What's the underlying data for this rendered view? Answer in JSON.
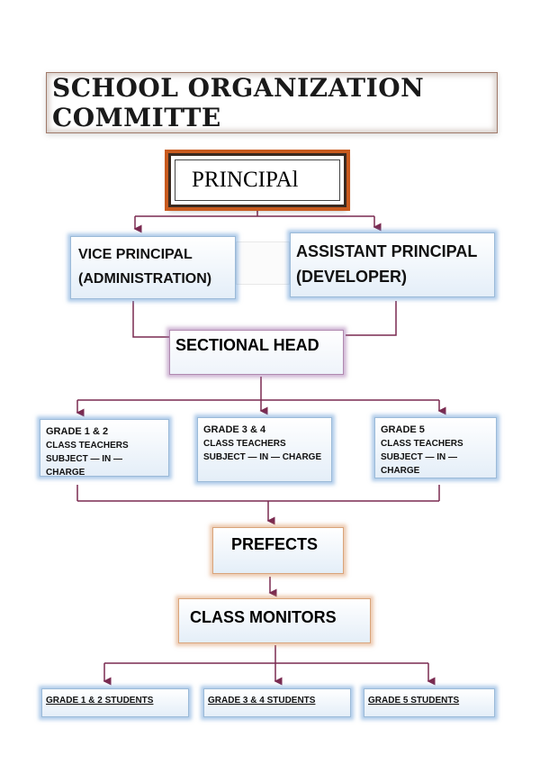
{
  "title": "SCHOOL ORGANIZATION COMMITTE",
  "principal": "PRINCIPAl",
  "vice_principal": [
    "VICE PRINCIPAL",
    "(ADMINISTRATION)"
  ],
  "assistant_principal": [
    "ASSISTANT PRINCIPAL",
    "(DEVELOPER)"
  ],
  "sectional_head": "SECTIONAL HEAD",
  "grades": [
    {
      "title": "GRADE 1 &  2",
      "line1": "CLASS TEACHERS",
      "line2": "SUBJECT — IN — CHARGE"
    },
    {
      "title": "GRADE 3 & 4",
      "line1": "CLASS TEACHERS",
      "line2": "SUBJECT — IN — CHARGE"
    },
    {
      "title": "GRADE 5",
      "line1": "CLASS TEACHERS",
      "line2": "SUBJECT — IN — CHARGE"
    }
  ],
  "prefects": "PREFECTS",
  "class_monitors": "CLASS MONITORS",
  "students": [
    "GRADE 1 & 2  STUDENTS",
    "GRADE 3 & 4 STUDENTS",
    "GRADE  5  STUDENTS"
  ],
  "colors": {
    "connector": "#7a2a50",
    "box_glow": "#6ea0d7",
    "principal_border": "#c85a1e"
  }
}
